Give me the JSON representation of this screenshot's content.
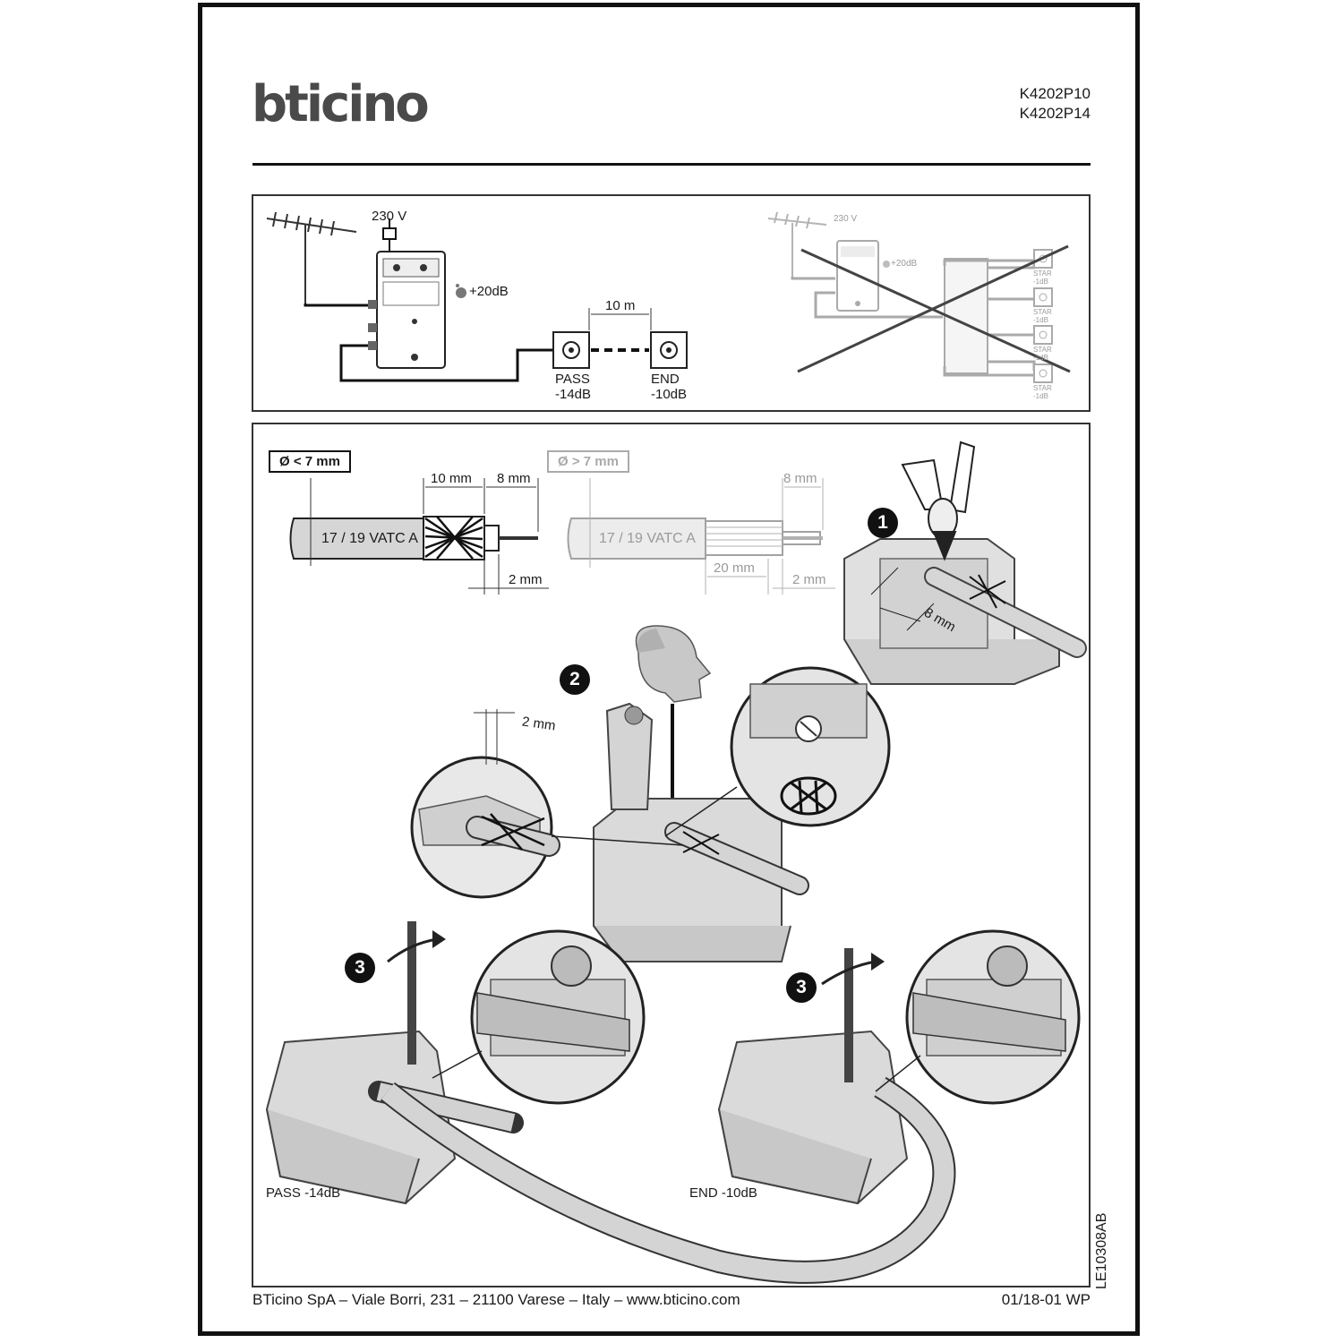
{
  "header": {
    "brand": "bticino",
    "codes": [
      "K4202P10",
      "K4202P14"
    ]
  },
  "wiring": {
    "supply": "230 V",
    "gain": "+20dB",
    "distance": "10 m",
    "outlets": [
      {
        "name": "PASS",
        "loss": "-14dB"
      },
      {
        "name": "END",
        "loss": "-10dB"
      }
    ],
    "wrong": {
      "supply": "230 V",
      "gain": "+20dB",
      "star_label": "STAR",
      "star_loss": "-1dB"
    }
  },
  "cable_prep": {
    "small": {
      "diameter": "Ø < 7 mm",
      "cable": "17 / 19 VATC A",
      "dims": [
        "10 mm",
        "8 mm",
        "2 mm"
      ]
    },
    "large": {
      "diameter": "Ø > 7 mm",
      "cable": "17 / 19 VATC A",
      "dims": [
        "8 mm",
        "20 mm",
        "2 mm"
      ]
    }
  },
  "steps": {
    "one": {
      "badge": "1",
      "dim": "8 mm"
    },
    "two": {
      "badge": "2",
      "dim": "2 mm"
    },
    "three": {
      "badge": "3"
    }
  },
  "outlet_labels": {
    "pass": "PASS -14dB",
    "end": "END -10dB"
  },
  "footer": {
    "address": "BTicino SpA – Viale Borri, 231 – 21100 Varese – Italy – www.bticino.com",
    "revision": "01/18-01 WP",
    "doc_id": "LE10308AB"
  }
}
